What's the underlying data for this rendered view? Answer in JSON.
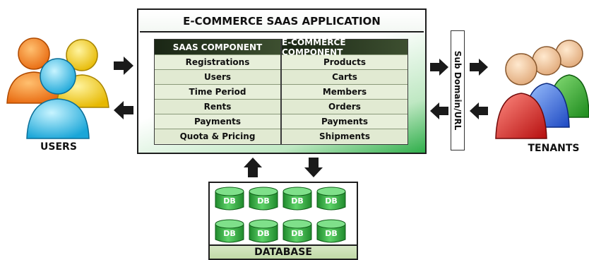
{
  "app": {
    "title": "E-COMMERCE SAAS APPLICATION",
    "saas_panel": {
      "header": "SAAS COMPONENT",
      "items": [
        "Registrations",
        "Users",
        "Time Period",
        "Rents",
        "Payments",
        "Quota & Pricing"
      ]
    },
    "ecommerce_panel": {
      "header": "E-COMMERCE COMPONENT",
      "items": [
        "Products",
        "Carts",
        "Members",
        "Orders",
        "Payments",
        "Shipments"
      ]
    }
  },
  "users": {
    "label": "USERS"
  },
  "tenants": {
    "label": "TENANTS"
  },
  "subdomain": {
    "label": "Sub Domain/URL"
  },
  "database": {
    "label": "DATABASE",
    "db_label": "DB",
    "count": 8
  },
  "colors": {
    "green_dark": "#2fae4a",
    "panel_header": "#1a2615",
    "db_green": "#3cb44a",
    "arrow": "#1a1a1a"
  }
}
